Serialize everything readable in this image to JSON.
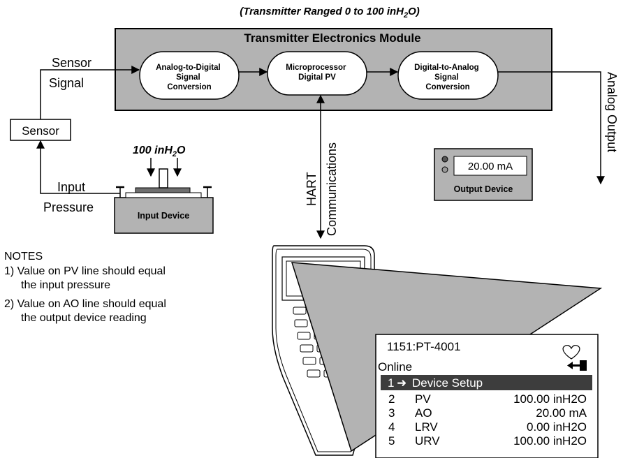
{
  "header": {
    "range_prefix": "(Transmitter Ranged 0 to 100 inH",
    "range_sub": "2",
    "range_suffix": "O)"
  },
  "module": {
    "title": "Transmitter Electronics Module",
    "adc": [
      "Analog-to-Digital",
      "Signal",
      "Conversion"
    ],
    "micro": [
      "Microprocessor",
      "Digital PV"
    ],
    "dac": [
      "Digital-to-Analog",
      "Signal",
      "Conversion"
    ]
  },
  "labels": {
    "sensor_signal": [
      "Sensor",
      "Signal"
    ],
    "sensor": "Sensor",
    "input_pressure": [
      "Input",
      "Pressure"
    ],
    "hart": "HART",
    "communications": "Communications",
    "analog_output": "Analog Output"
  },
  "input_device": {
    "label": "Input Device",
    "pressure_prefix": "100 inH",
    "pressure_sub": "2",
    "pressure_suffix": "O"
  },
  "output_device": {
    "label": "Output Device",
    "reading": "20.00 mA"
  },
  "notes": {
    "title": "NOTES",
    "items": [
      [
        "1) Value on PV line should equal",
        "the input pressure"
      ],
      [
        "2) Value on AO line should equal",
        "the output device reading"
      ]
    ]
  },
  "communicator": {
    "tag": "1151:PT-4001",
    "status": "Online",
    "rows": [
      {
        "num": "1",
        "name": "Device Setup",
        "value": ""
      },
      {
        "num": "2",
        "name": "PV",
        "value": "100.00 inH2O"
      },
      {
        "num": "3",
        "name": "AO",
        "value": "20.00 mA"
      },
      {
        "num": "4",
        "name": "LRV",
        "value": "0.00 inH2O"
      },
      {
        "num": "5",
        "name": "URV",
        "value": "100.00 inH2O"
      }
    ]
  }
}
